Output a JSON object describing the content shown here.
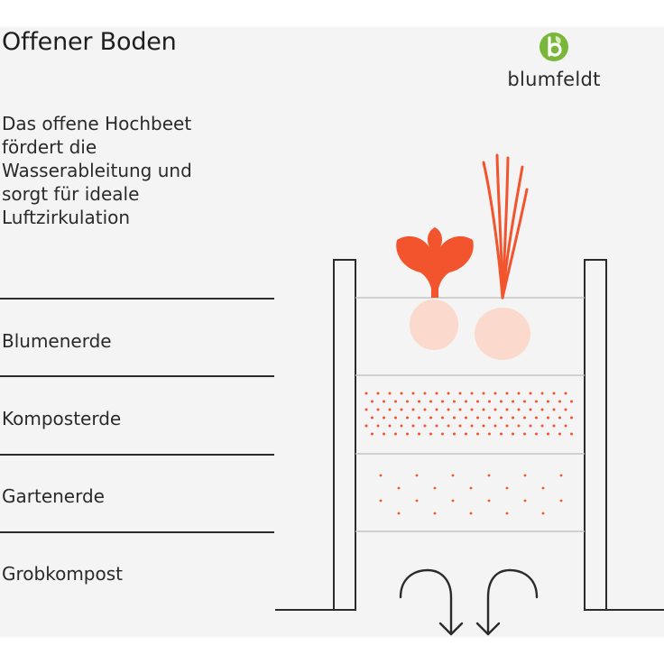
{
  "title": "Offener Boden",
  "description": "Das offene Hochbeet fördert die Wasserableitung und sorgt für ideale Luftzirkulation",
  "logo": {
    "brand": "blumfeldt",
    "icon": "leaf-b-logo-icon",
    "color": "#7ab63a"
  },
  "layers": [
    {
      "label": "Blumenerde"
    },
    {
      "label": "Komposterde"
    },
    {
      "label": "Gartenerde"
    },
    {
      "label": "Grobkompost"
    }
  ],
  "colors": {
    "accent": "#f2542d",
    "plant_faded": "#fbd9cc",
    "line": "#2b2b2b",
    "background": "#f4f4f4"
  },
  "icons": [
    "beet-plant-icon",
    "carrot-plant-icon",
    "water-drain-arrow-icon"
  ]
}
